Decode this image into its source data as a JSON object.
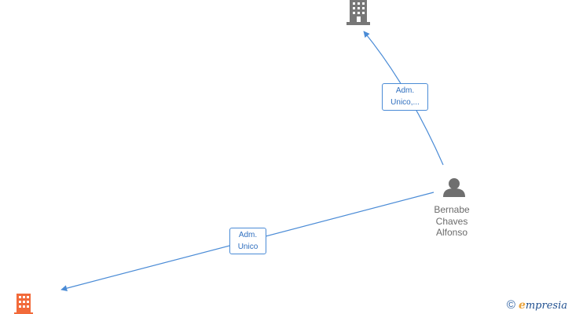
{
  "colors": {
    "edge": "#4a8bd6",
    "company_primary": "#f26a3a",
    "company_secondary": "#777777",
    "person": "#6f6f6f"
  },
  "nodes": {
    "company_top": {
      "icon": "building-icon"
    },
    "company_bottom": {
      "icon": "building-icon"
    },
    "person": {
      "icon": "person-icon",
      "name_lines": [
        "Bernabe",
        "Chaves",
        "Alfonso"
      ]
    }
  },
  "edges": {
    "to_top": {
      "label_lines": [
        "Adm.",
        "Unico,..."
      ]
    },
    "to_bottom": {
      "label_lines": [
        "Adm.",
        "Unico"
      ]
    }
  },
  "watermark": {
    "copyright_symbol": "©",
    "brand_initial": "e",
    "brand_rest": "mpresia"
  }
}
